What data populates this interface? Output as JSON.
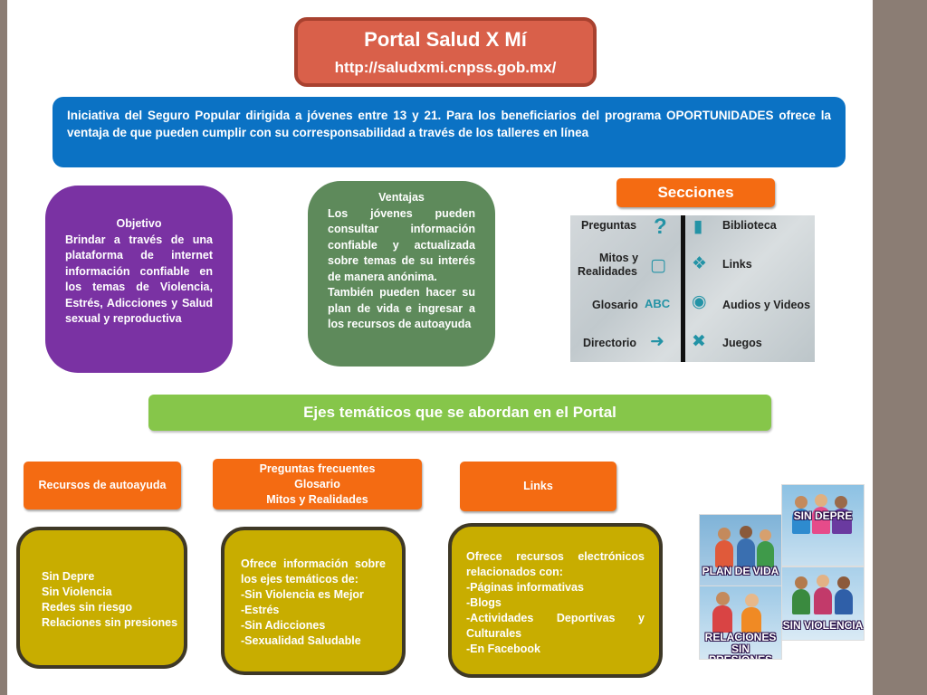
{
  "title": {
    "heading": "Portal Salud X Mí",
    "url": "http://saludxmi.cnpss.gob.mx/"
  },
  "intro": "Iniciativa del Seguro Popular dirigida a jóvenes entre 13 y 21. Para los beneficiarios del programa OPORTUNIDADES ofrece la ventaja de que pueden cumplir con su corresponsabilidad a través de los talleres en línea",
  "objetivo": {
    "heading": "Objetivo",
    "text": "Brindar a través de una plataforma de internet información confiable en los temas de Violencia, Estrés, Adicciones y Salud sexual y reproductiva"
  },
  "ventajas": {
    "heading": "Ventajas",
    "text1": "Los jóvenes pueden consultar información confiable y actualizada sobre temas de su interés de manera anónima.",
    "text2": "También pueden hacer su plan de vida e ingresar a los recursos de autoayuda"
  },
  "secciones": {
    "label": "Secciones",
    "left": [
      "Preguntas",
      "Mitos y",
      "Realidades",
      "Glosario",
      "Directorio"
    ],
    "right": [
      "Biblioteca",
      "Links",
      "Audios y Videos",
      "Juegos"
    ],
    "abc": "ABC"
  },
  "ejes": "Ejes temáticos que se abordan en el Portal",
  "buttons": {
    "recursos": "Recursos de autoayuda",
    "preguntas": [
      "Preguntas frecuentes",
      "Glosario",
      "Mitos y Realidades"
    ],
    "links": "Links"
  },
  "box1": [
    "Sin Depre",
    "Sin Violencia",
    "Redes sin riesgo",
    "Relaciones sin presiones"
  ],
  "box2": {
    "intro": "Ofrece información sobre los ejes temáticos de:",
    "items": [
      "-Sin Violencia es Mejor",
      "-Estrés",
      "-Sin Adicciones",
      "-Sexualidad Saludable"
    ]
  },
  "box3": {
    "intro": "Ofrece recursos electrónicos relacionados con:",
    "items": [
      "-Páginas informativas",
      "-Blogs",
      "-Actividades Deportivas y Culturales",
      "-En Facebook"
    ]
  },
  "posters": {
    "plan": "PLAN DE VIDA",
    "depre": "SIN DEPRE",
    "relaciones1": "RELACIONES",
    "relaciones2": "SIN PRESIONES",
    "violencia": "SIN VIOLENCIA"
  },
  "colors": {
    "title": "#d9604a",
    "intro": "#0b72c4",
    "objetivo": "#7a32a3",
    "ventajas": "#5e8a5b",
    "orange": "#f46b12",
    "green": "#86c64a",
    "olive": "#c8ad00"
  }
}
